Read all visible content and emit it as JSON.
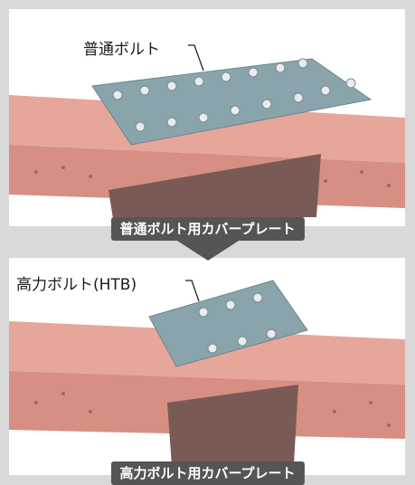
{
  "top_panel": {
    "callout": "普通ボルト",
    "caption": "普通ボルト用カバープレート"
  },
  "bottom_panel": {
    "callout": "高力ボルト(HTB)",
    "caption": "高力ボルト用カバープレート"
  },
  "colors": {
    "beam": "#e7a69a",
    "beam_side": "#d78f83",
    "plate": "#8aa4ab",
    "web_plate": "#7a5a55",
    "caption_bg": "#555555",
    "arrow": "#555555"
  }
}
